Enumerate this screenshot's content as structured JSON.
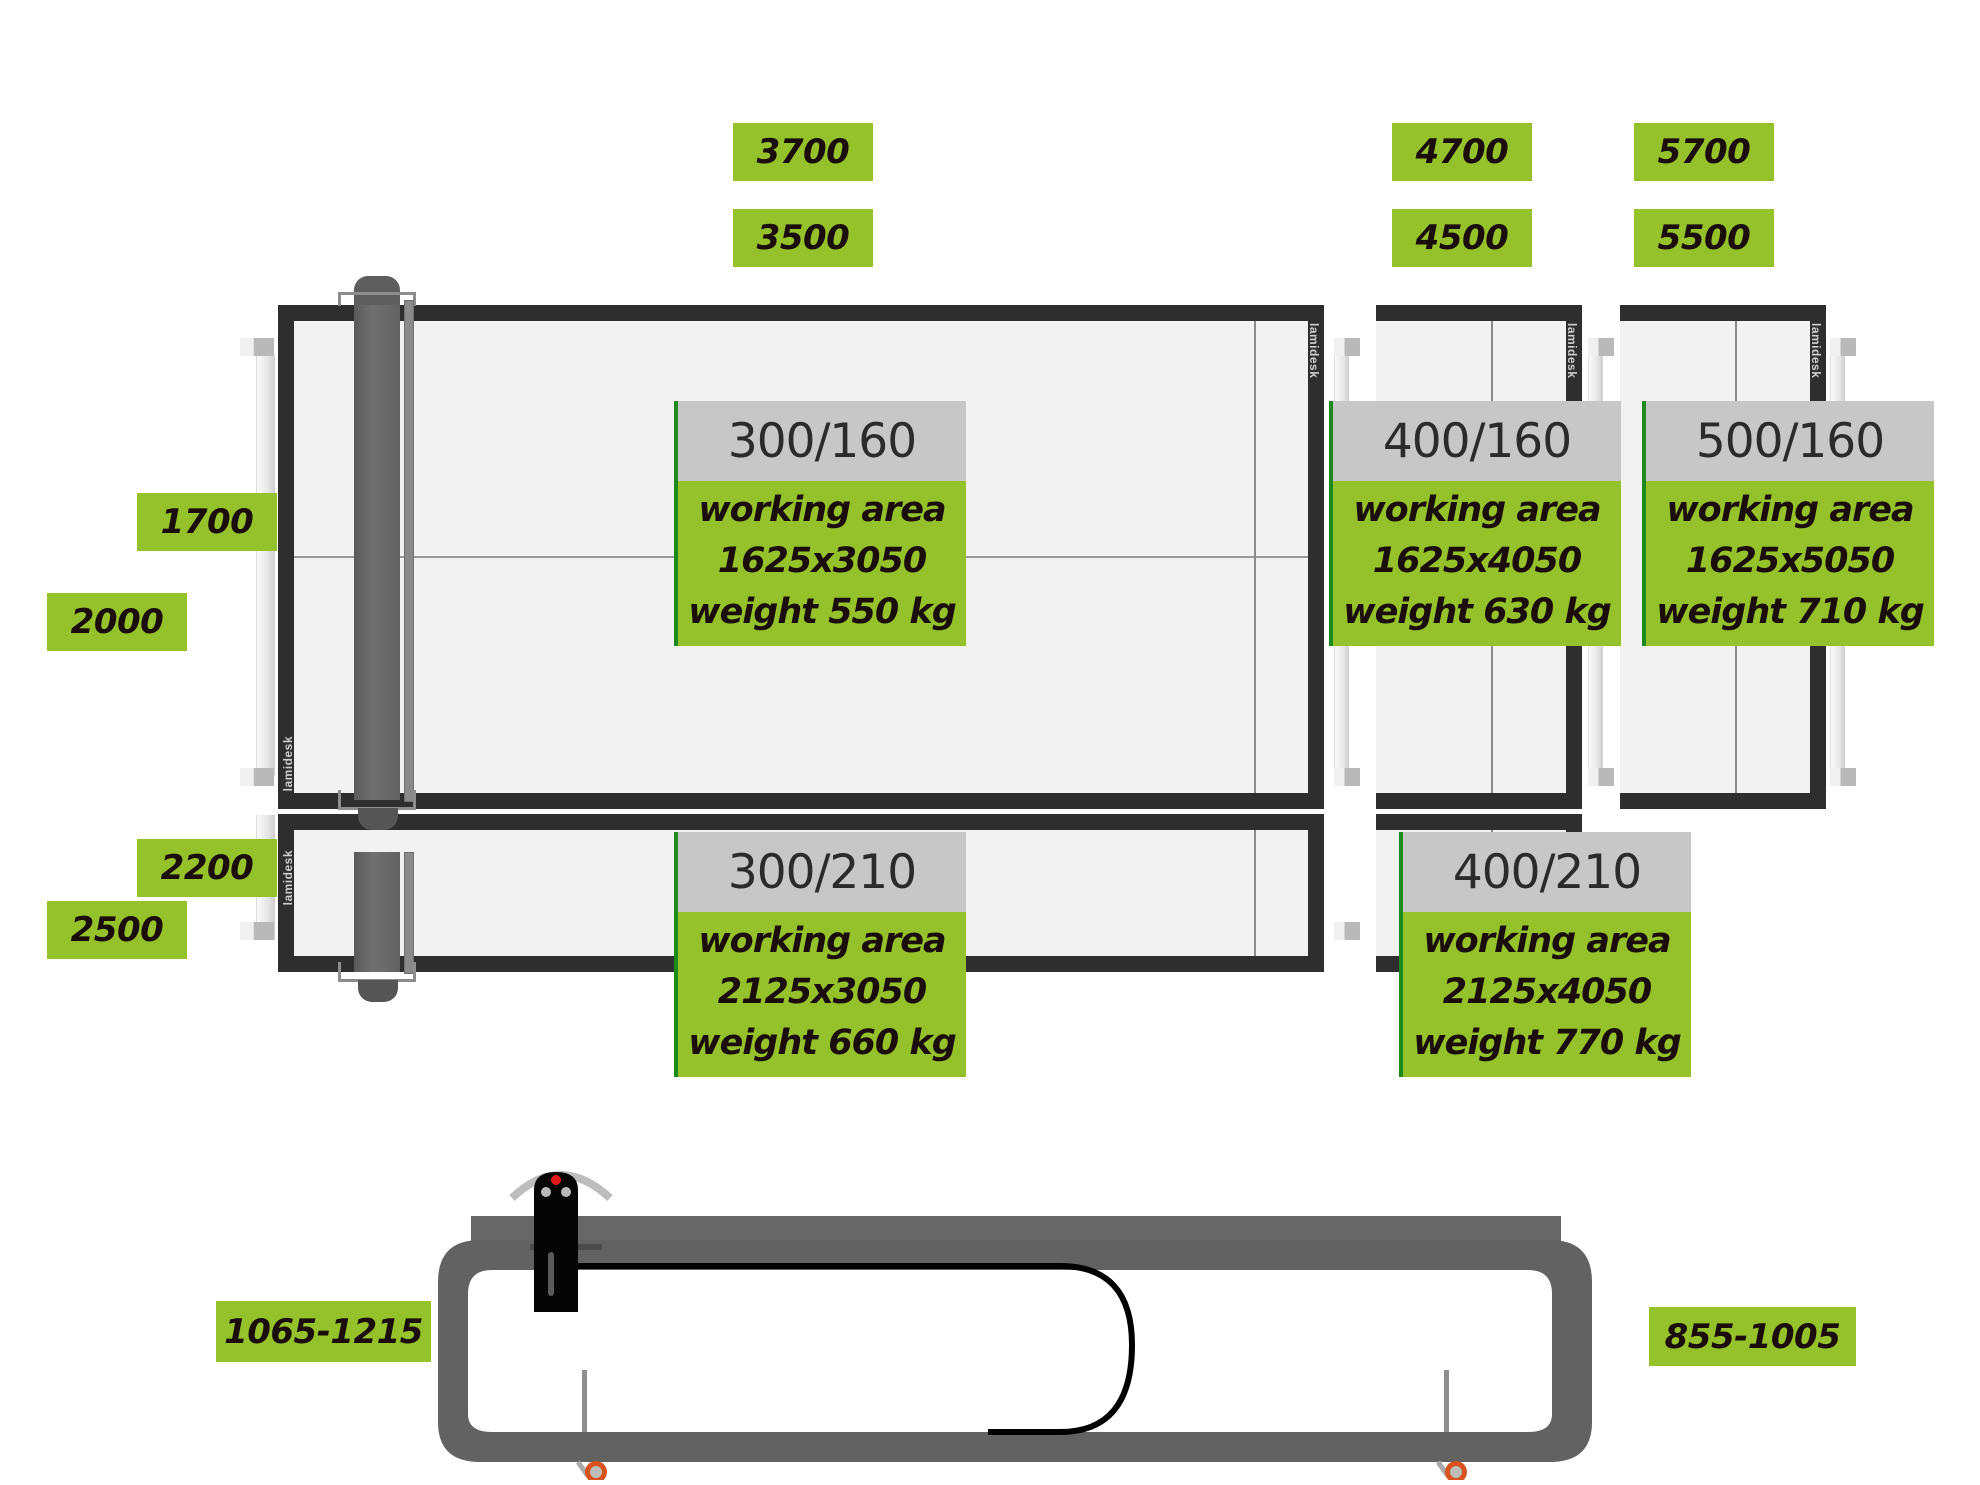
{
  "top_dimensions": [
    {
      "id": "3700",
      "label": "3700"
    },
    {
      "id": "3500",
      "label": "3500"
    },
    {
      "id": "4700",
      "label": "4700"
    },
    {
      "id": "4500",
      "label": "4500"
    },
    {
      "id": "5700",
      "label": "5700"
    },
    {
      "id": "5500",
      "label": "5500"
    }
  ],
  "side_dimensions": [
    {
      "id": "1700",
      "label": "1700"
    },
    {
      "id": "2000",
      "label": "2000"
    },
    {
      "id": "2200",
      "label": "2200"
    },
    {
      "id": "2500",
      "label": "2500"
    }
  ],
  "models": [
    {
      "model": "300/160",
      "line1": "working area",
      "line2": "1625x3050",
      "line3": "weight 550 kg"
    },
    {
      "model": "400/160",
      "line1": "working area",
      "line2": "1625x4050",
      "line3": "weight 630 kg"
    },
    {
      "model": "500/160",
      "line1": "working area",
      "line2": "1625x5050",
      "line3": "weight 710 kg"
    },
    {
      "model": "300/210",
      "line1": "working area",
      "line2": "2125x3050",
      "line3": "weight 660 kg"
    },
    {
      "model": "400/210",
      "line1": "working area",
      "line2": "2125x4050",
      "line3": "weight 770 kg"
    }
  ],
  "brand_mark": "lamidesk",
  "height_dimensions": {
    "cutter_height": "1065-1215",
    "table_height": "855-1005"
  },
  "colors": {
    "badge_green": "#95c12b",
    "card_gray": "#c6c7c6",
    "accent_green_edge": "#1d8a1d",
    "frame_dark": "#2e2e2e",
    "steel_gray": "#636363",
    "caster_orange": "#d9531e"
  }
}
